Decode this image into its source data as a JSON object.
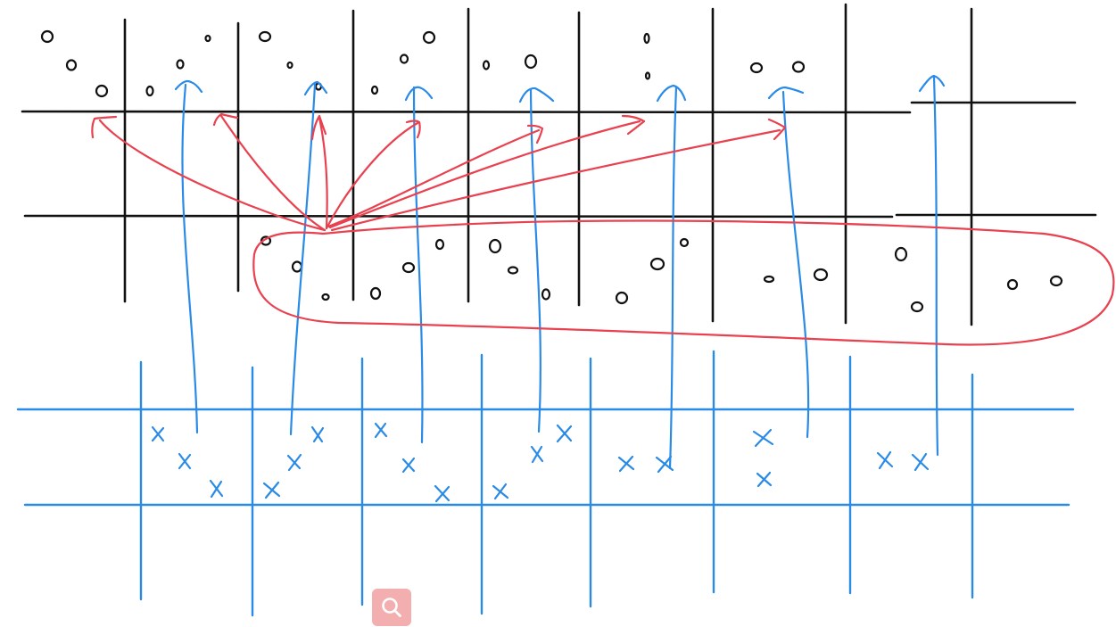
{
  "colors": {
    "background": "#ffffff",
    "top_grid": "#111111",
    "red_strokes": "#e8414f",
    "blue_strokes": "#2a8be6",
    "zoom_button": "#f2a6a8",
    "zoom_icon": "#ffffff"
  },
  "grids": [
    {
      "name": "top-grid-o",
      "color_key": "top_grid",
      "symbol": "O"
    },
    {
      "name": "bottom-grid-x",
      "color_key": "blue_strokes",
      "symbol": "X"
    }
  ],
  "annotations": {
    "red_arrows_count": 7,
    "red_enclosure": "loop",
    "blue_arrows_count": 7
  },
  "toolbar": {
    "zoom_icon": "magnifier-icon"
  }
}
